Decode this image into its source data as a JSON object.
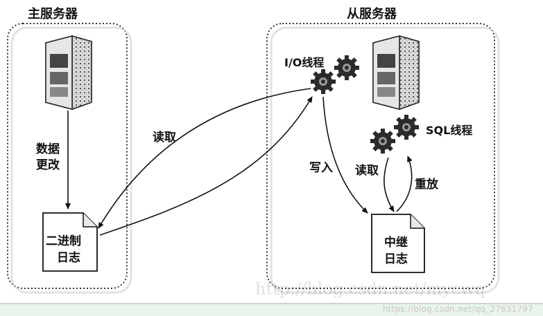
{
  "diagram": {
    "master": {
      "title": "主服务器",
      "change_label": [
        "数据",
        "更改"
      ],
      "log_label": [
        "二进制",
        "日志"
      ]
    },
    "slave": {
      "title": "从服务器",
      "io_thread_label": "I/O线程",
      "sql_thread_label": "SQL线程",
      "relay_log_label": [
        "中继",
        "日志"
      ]
    },
    "edges": {
      "read_binlog": "读取",
      "write_relay": "写入",
      "read_relay": "读取",
      "replay": "重放"
    }
  },
  "watermark": {
    "faint_text": "http://blog.csdn.net/mycwq",
    "credit": "https://blog.csdn.net/qq_27631797"
  }
}
